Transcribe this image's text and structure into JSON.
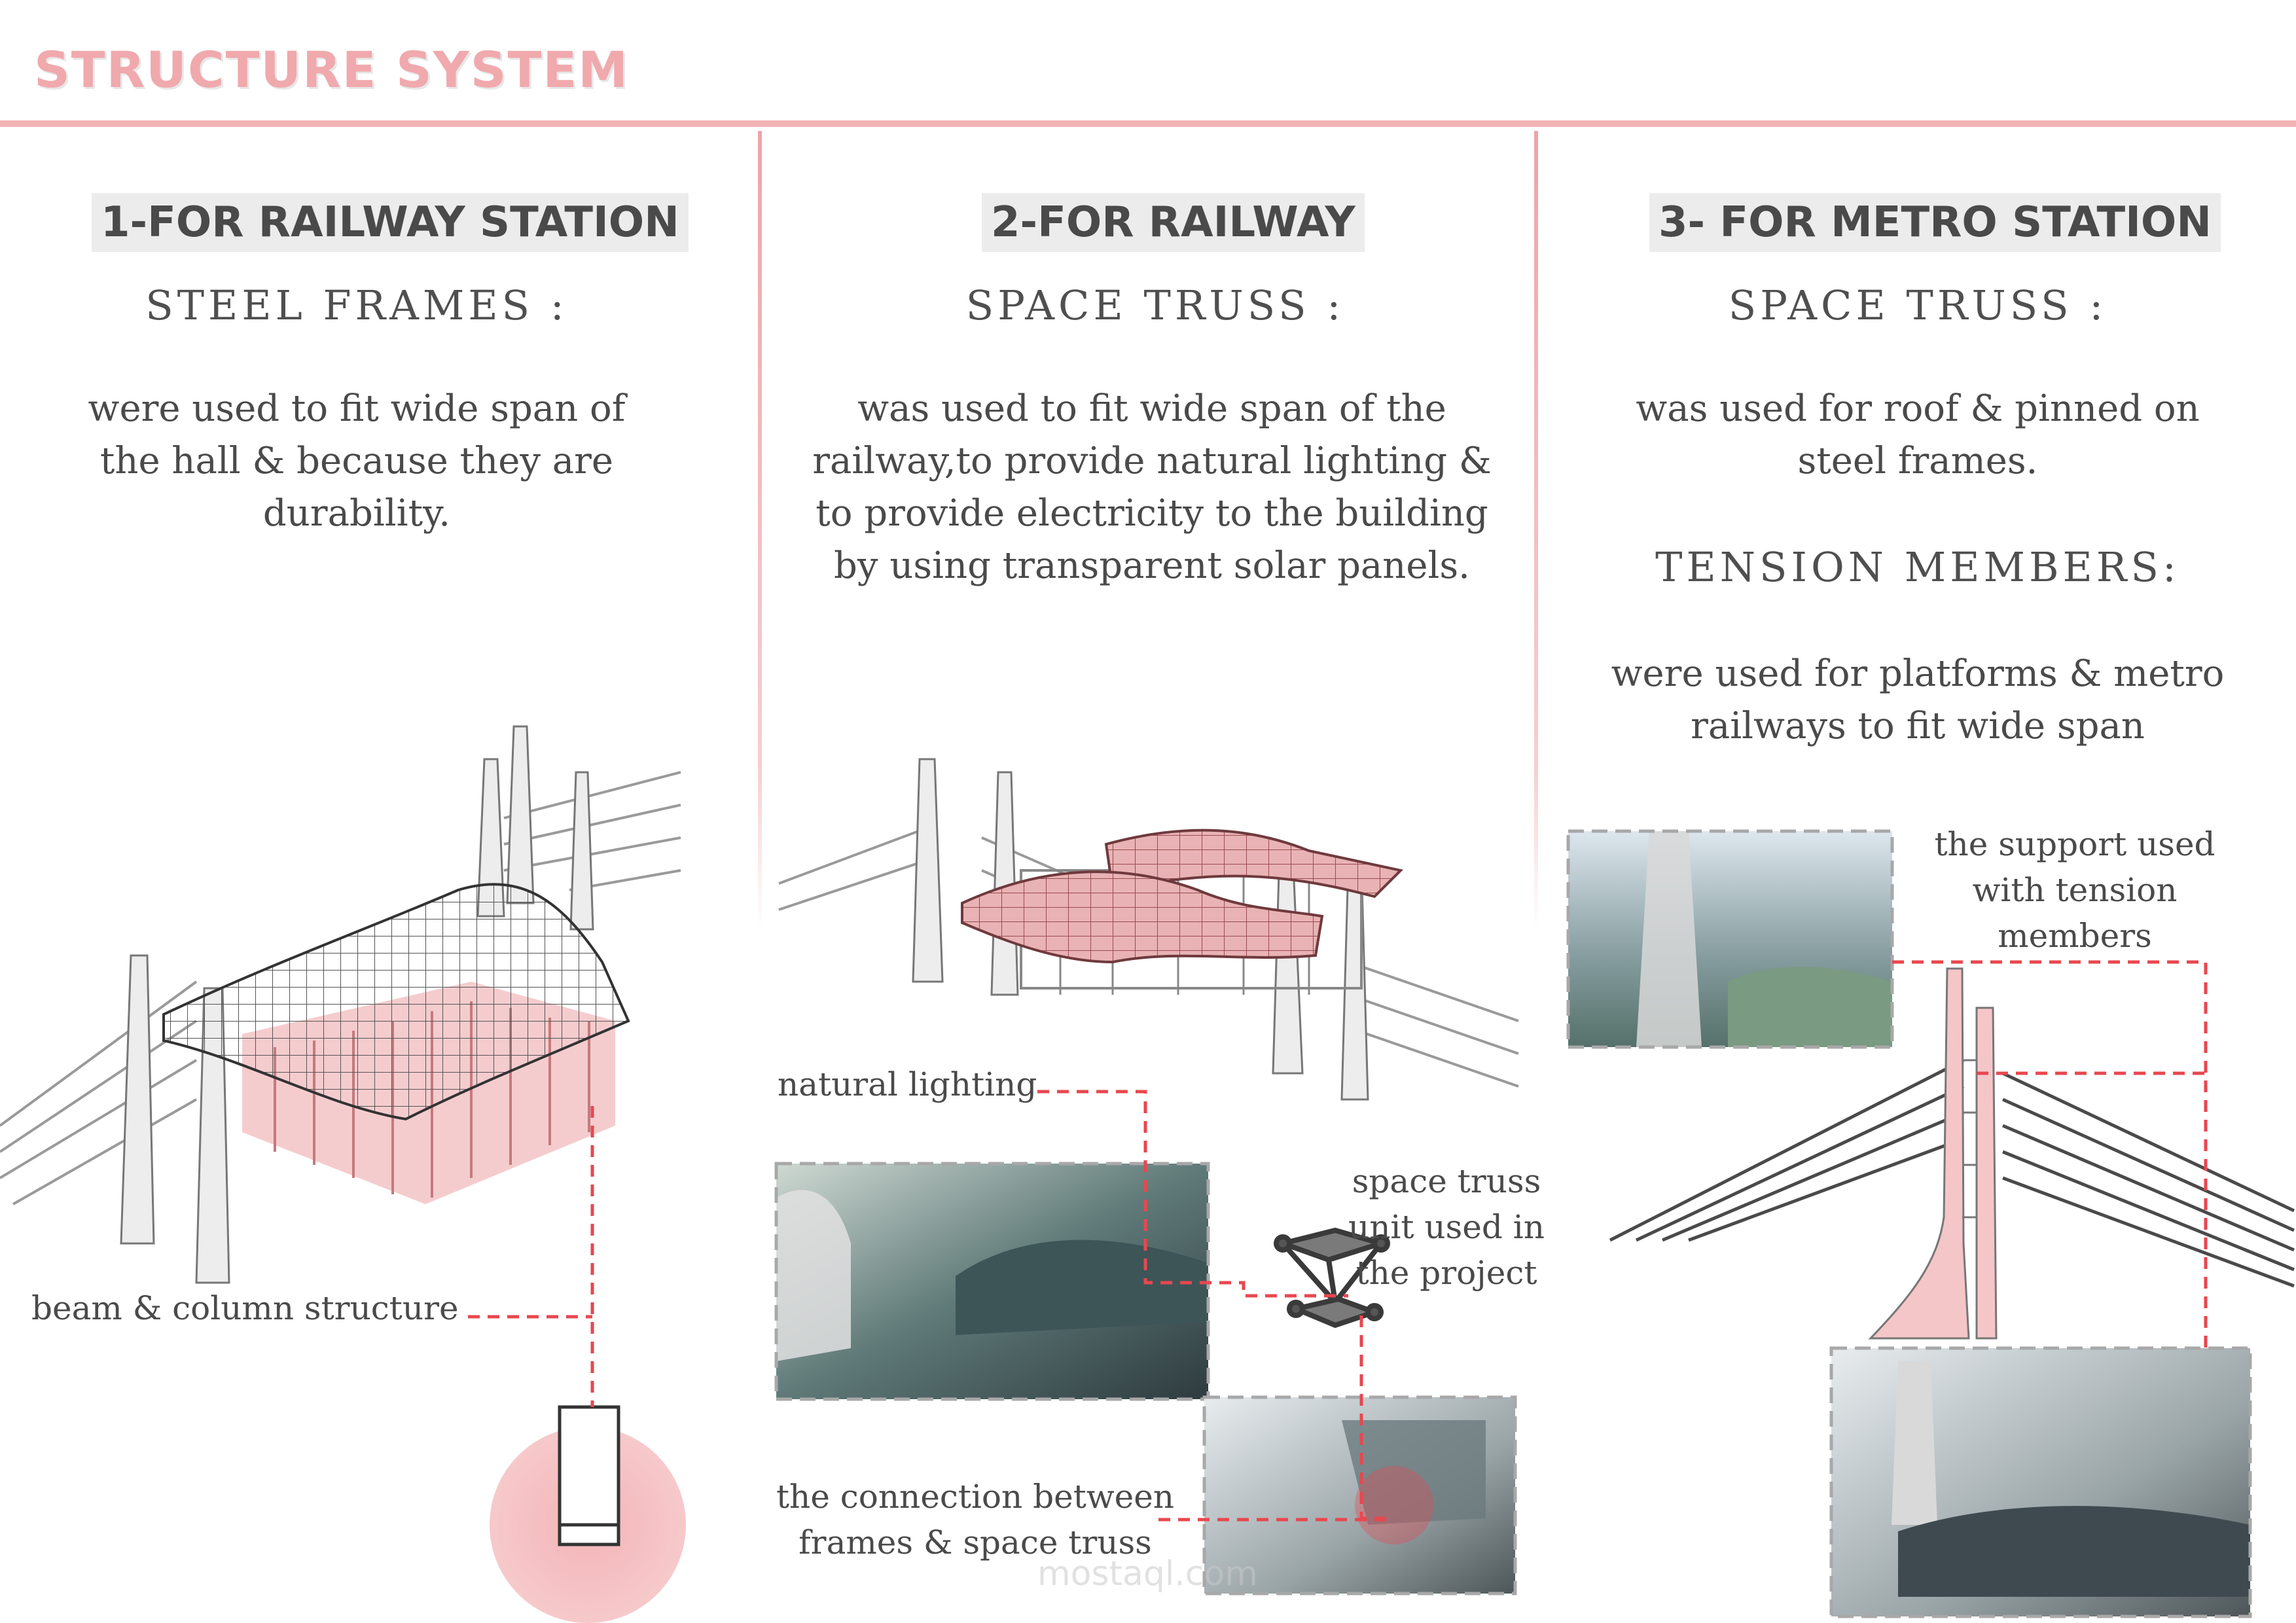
{
  "page": {
    "title": "STRUCTURE SYSTEM",
    "colors": {
      "accent": "#f0a9ad",
      "accent_line": "#e8474f",
      "text": "#4a4a4a",
      "header_bg": "#ececec"
    }
  },
  "sections": [
    {
      "heading": "1-FOR RAILWAY STATION",
      "structure_title": "STEEL FRAMES :",
      "description": "were used to fit wide span of the hall & because they are durability.",
      "labels": {
        "beam_column": "beam & column structure"
      },
      "icons": [
        "steel-frame-roof-illustration",
        "frame-detail-circle"
      ]
    },
    {
      "heading": "2-FOR RAILWAY",
      "structure_title": "SPACE TRUSS :",
      "description": "was used to fit wide span of the railway,to provide natural lighting & to provide electricity to the building by using transparent solar panels.",
      "labels": {
        "natural_lighting": "natural lighting",
        "space_truss_unit": "space truss unit used in the project",
        "connection": "the connection between frames & space truss"
      },
      "icons": [
        "space-truss-roof-illustration",
        "station-render",
        "space-truss-unit",
        "connection-render"
      ]
    },
    {
      "heading": "3- FOR METRO STATION",
      "structure_title": "SPACE TRUSS :",
      "description": "was used for roof & pinned on steel frames.",
      "structure_title_2": "TENSION MEMBERS:",
      "description_2": "were used for platforms & metro railways to fit wide span",
      "labels": {
        "support": "the support used with tension members"
      },
      "icons": [
        "metro-render-top",
        "tension-pylon",
        "metro-render-bottom"
      ]
    }
  ],
  "watermark": "mostaql.com"
}
